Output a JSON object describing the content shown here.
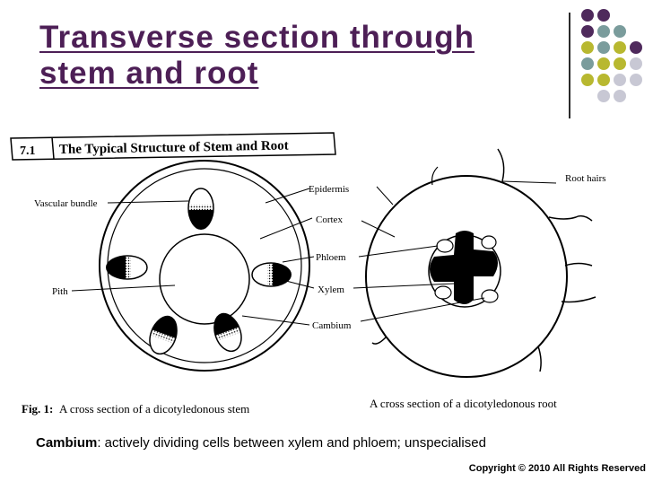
{
  "slide": {
    "title_line1": "Transverse section through",
    "title_line2": "stem and root",
    "caption_term": "Cambium",
    "caption_text": ": actively dividing cells between xylem and phloem; unspecialised",
    "copyright": "Copyright © 2010 All Rights Reserved"
  },
  "figure": {
    "number": "7.1",
    "heading": "The Typical Structure of Stem and Root",
    "labels": {
      "vascular_bundle": "Vascular bundle",
      "pith": "Pith",
      "epidermis": "Epidermis",
      "cortex": "Cortex",
      "phloem": "Phloem",
      "xylem": "Xylem",
      "cambium": "Cambium",
      "root_hairs": "Root hairs"
    },
    "stem_caption_prefix": "Fig. 1:",
    "stem_caption": "A cross section of a dicotyledonous stem",
    "root_caption": "A cross section of a dicotyledonous root"
  },
  "colors": {
    "title": "#4d1f56",
    "dot_purple": "#4f2a5c",
    "dot_teal": "#7a9c9c",
    "dot_olive": "#b8b830",
    "dot_grey": "#c8c8d4"
  }
}
